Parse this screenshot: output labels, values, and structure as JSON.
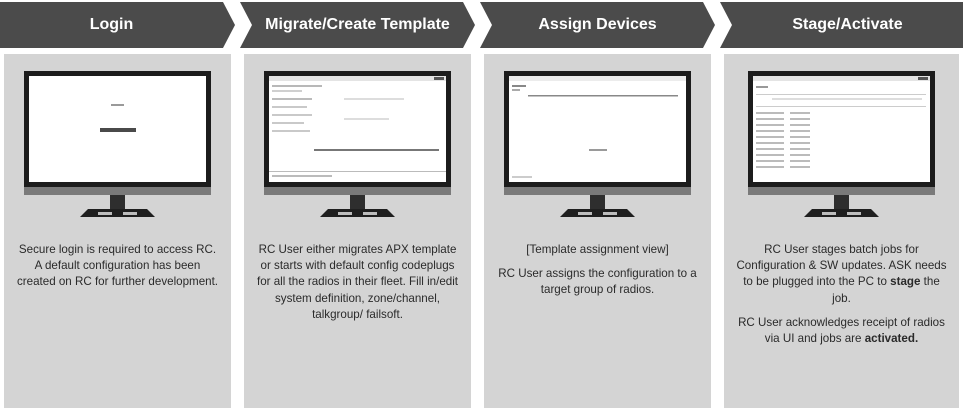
{
  "steps": [
    {
      "title": "Login",
      "screen": "login",
      "description": [
        [
          {
            "t": "Secure login is required to access RC. A default configuration has been created on RC for further development."
          }
        ]
      ]
    },
    {
      "title": "Migrate/Create Template",
      "screen": "template",
      "description": [
        [
          {
            "t": "RC User either migrates APX template or starts with default config codeplugs for all the radios in their fleet. Fill in/edit system definition, zone/channel, talkgroup/ failsoft."
          }
        ]
      ]
    },
    {
      "title": "Assign Devices",
      "screen": "assign",
      "description": [
        [
          {
            "t": "[Template assignment view]"
          }
        ],
        [
          {
            "t": "RC User assigns the configuration to a target group of radios."
          }
        ]
      ]
    },
    {
      "title": "Stage/Activate",
      "screen": "stage",
      "description": [
        [
          {
            "t": "RC User stages batch jobs for Configuration & SW updates. ASK needs to be plugged into the PC to "
          },
          {
            "t": "stage",
            "b": true
          },
          {
            "t": " the job."
          }
        ],
        [
          {
            "t": "RC User acknowledges receipt of radios via UI and jobs are "
          },
          {
            "t": "activated.",
            "b": true
          }
        ]
      ]
    }
  ],
  "colors": {
    "banner": "#4b4b4b",
    "panel": "#d4d4d4",
    "text": "#2a2a2a",
    "banner_text": "#ffffff"
  }
}
